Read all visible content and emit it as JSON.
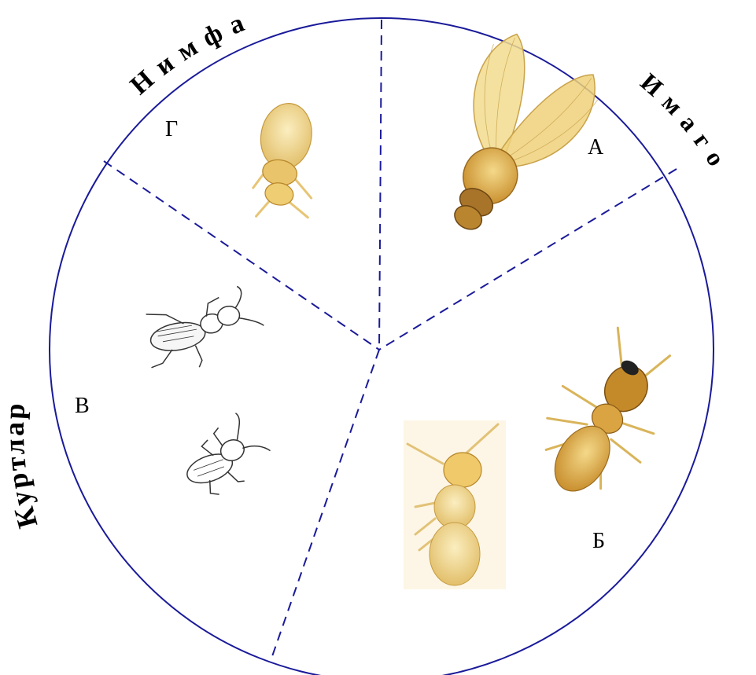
{
  "arc_labels": {
    "nymph": "Н и м ф а",
    "imago": "И м а г о",
    "larvae": "Куртлар"
  },
  "sectors": {
    "a": "А",
    "b": "Б",
    "v": "В",
    "g": "Г"
  },
  "colors": {
    "circle": "#1a1a9a",
    "dash": "#1a1a9a",
    "insect_body": "#d9a441",
    "insect_wing": "#e8c86a",
    "sketch": "#333333"
  },
  "icons": {
    "winged_termite": "winged-termite-icon",
    "soldier_termite": "soldier-termite-icon",
    "worker_termite": "worker-termite-icon",
    "nymph_termite": "nymph-termite-icon",
    "larva_sketch_1": "larva-sketch-icon",
    "larva_sketch_2": "larva-sketch-icon"
  }
}
